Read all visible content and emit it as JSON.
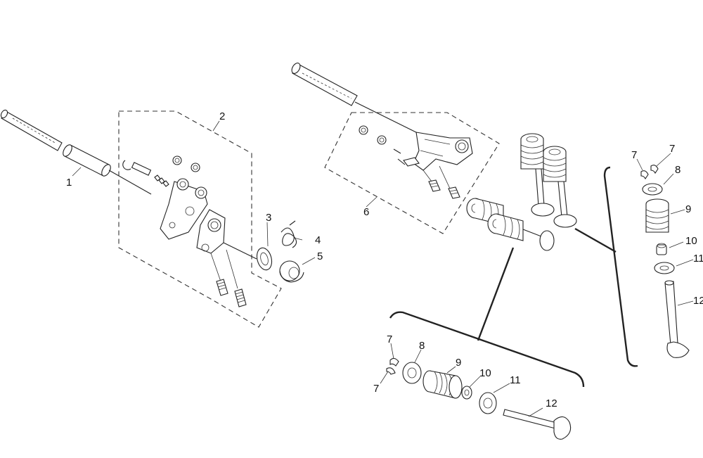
{
  "callouts": {
    "c1": "1",
    "c2": "2",
    "c3": "3",
    "c4": "4",
    "c5": "5",
    "c6": "6",
    "c7a": "7",
    "c7b": "7",
    "c8": "8",
    "c9": "9",
    "c10": "10",
    "c11": "11",
    "c12": "12",
    "r7a": "7",
    "r7b": "7",
    "r8": "8",
    "r9": "9",
    "r10": "10",
    "r11": "11",
    "r12": "12"
  }
}
